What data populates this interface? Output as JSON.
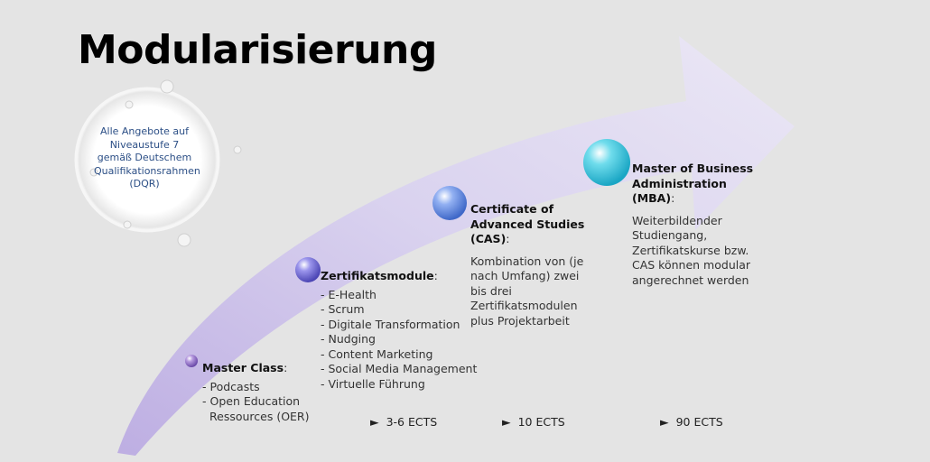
{
  "title": "Modularisierung",
  "bubble_text": "Alle Angebote auf Niveaustufe 7 gemäß Deutschem Qualifikationsrahmen (DQR)",
  "stages": [
    {
      "title": "Master Class",
      "items": [
        "- Podcasts",
        "- Open Education Ressources (OER)"
      ]
    },
    {
      "title": "Zertifikatsmodule",
      "items": [
        "- E-Health",
        "- Scrum",
        "- Digitale Transformation",
        "- Nudging",
        "- Content Marketing",
        "- Social Media Management",
        "- Virtuelle Führung"
      ]
    },
    {
      "title": "Certificate of Advanced Studies (CAS)",
      "description": "Kombination von (je nach Umfang) zwei bis drei Zertifikatsmodulen plus Projektarbeit"
    },
    {
      "title": "Master of Business Administration (MBA)",
      "description": "Weiterbildender Studiengang, Zertifikatskurse bzw. CAS können modular angerechnet werden"
    }
  ],
  "colon": ":",
  "ects": [
    {
      "marker": "►",
      "label": "3-6 ECTS"
    },
    {
      "marker": "►",
      "label": "10 ECTS"
    },
    {
      "marker": "►",
      "label": "90 ECTS"
    }
  ],
  "colors": {
    "background": "#e4e4e4",
    "arrow": "#d9cff0",
    "bubble_text": "#2c4f86"
  }
}
